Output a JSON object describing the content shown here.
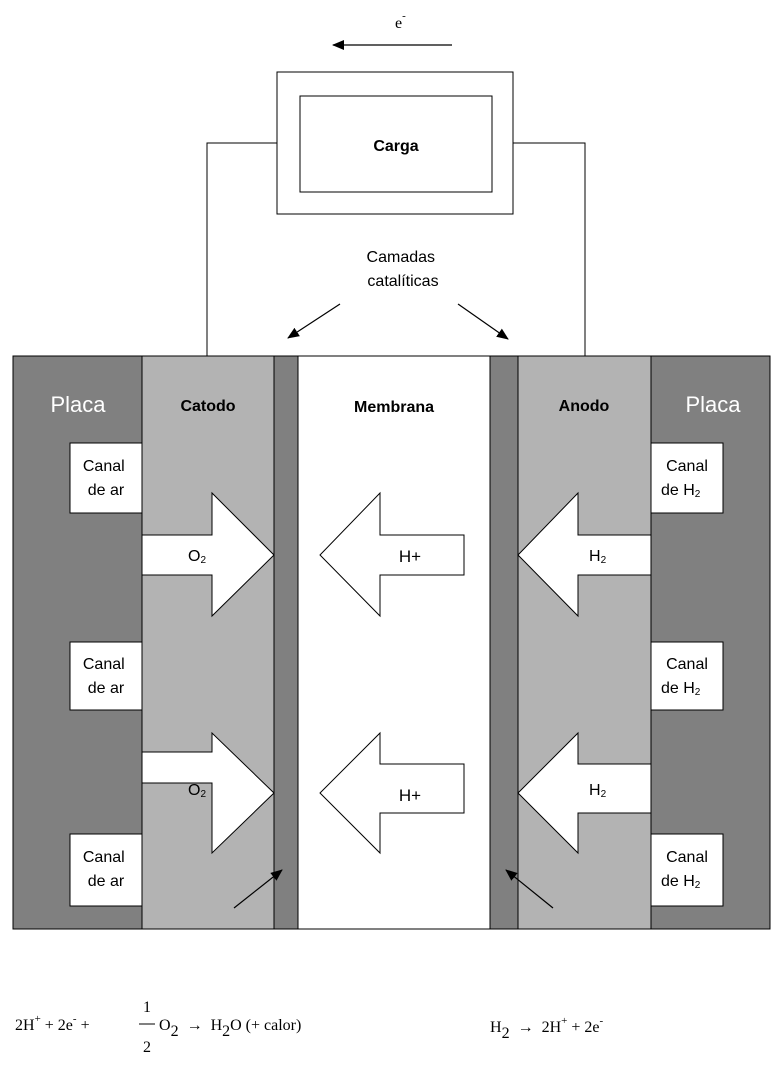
{
  "electron_label": {
    "base": "e",
    "sup": "-"
  },
  "load_label": "Carga",
  "catalyst_label": {
    "line1": "Camadas",
    "line2": "catalíticas"
  },
  "layers": {
    "plate_left": "Placa",
    "cathode": "Catodo",
    "membrane": "Membrana",
    "anode": "Anodo",
    "plate_right": "Placa"
  },
  "channels": {
    "air": {
      "line1": "Canal",
      "line2": "de ar"
    },
    "h2": {
      "line1": "Canal",
      "line2": "de H",
      "sub": "2"
    }
  },
  "arrows": {
    "o2": {
      "base": "O",
      "sub": "2"
    },
    "h_plus": "H+",
    "h2": {
      "base": "H",
      "sub": "2"
    }
  },
  "equations": {
    "cathode": {
      "t1": "2H",
      "s1": "+",
      "t2": " + 2e",
      "s2": "-",
      "t3": " + ",
      "num": "1",
      "den": "2",
      "t4": "O",
      "sub1": "2",
      "arrow": "→",
      "t5": "H",
      "sub2": "2",
      "t6": "O (+ calor)"
    },
    "anode": {
      "t1": "H",
      "sub1": "2",
      "arrow": "→",
      "t2": "2H",
      "s1": "+",
      "t3": " + 2e",
      "s2": "-"
    }
  },
  "colors": {
    "plate": "#808080",
    "electrode": "#b3b3b3",
    "catalyst": "#808080",
    "membrane": "#ffffff",
    "line": "#000000"
  }
}
